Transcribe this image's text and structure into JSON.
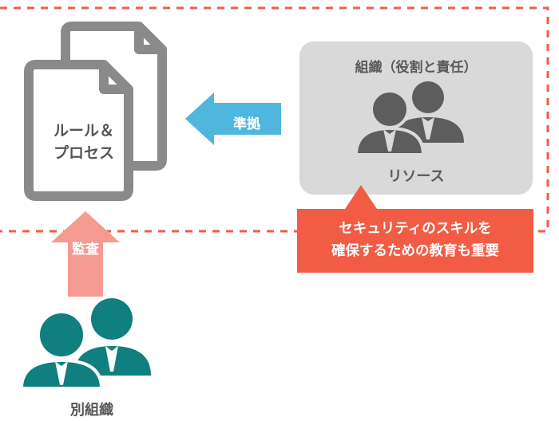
{
  "document": {
    "label_line1": "ルール＆",
    "label_line2": "プロセス"
  },
  "organization": {
    "title": "組織（役割と責任）",
    "resource_label": "リソース"
  },
  "arrows": {
    "comply_label": "準拠",
    "audit_label": "監査"
  },
  "callout": {
    "line1": "セキュリティのスキルを",
    "line2": "確保するための教育も重要"
  },
  "other_org": {
    "label": "別組織"
  },
  "colors": {
    "dashed_border": "#f25c45",
    "document_gray": "#8a8a8a",
    "org_box": "#d9d9d9",
    "person_dark": "#5d5d5d",
    "comply_arrow": "#4fb7de",
    "callout": "#f25c45",
    "audit_arrow": "#f49a91",
    "teal_people": "#0f7f7f"
  },
  "icons": {
    "document": "document-stack-icon",
    "org_people": "people-icon",
    "other_org_people": "people-icon"
  }
}
